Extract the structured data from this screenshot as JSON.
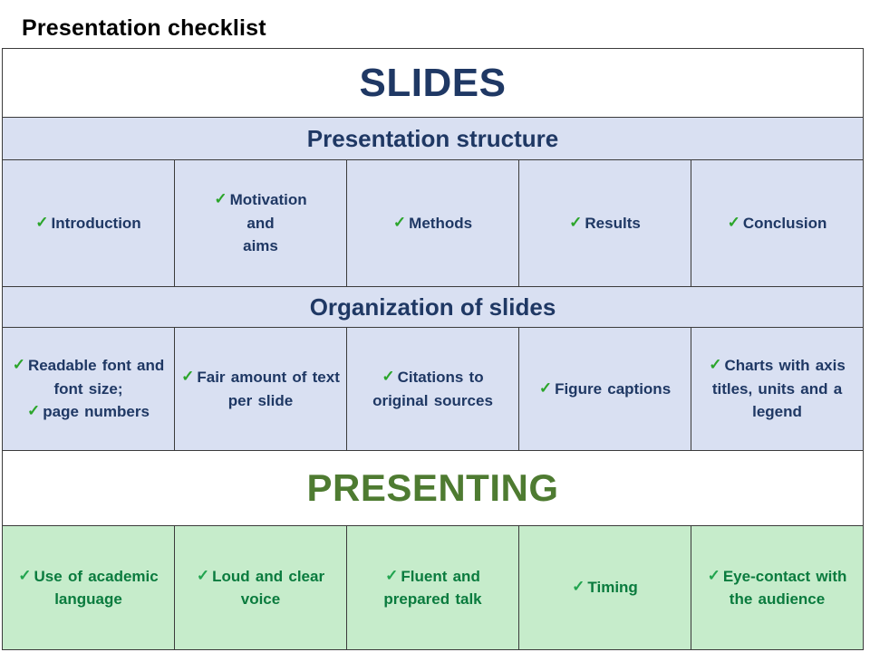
{
  "page_title": "Presentation checklist",
  "colors": {
    "navy": "#1f3864",
    "lavender": "#d9e0f2",
    "mint": "#c6eccb",
    "olive": "#4e7b31",
    "deep_green": "#0a7b3e",
    "check_green": "#2ba52b",
    "check_green_dark_row": "#21a44f",
    "border": "#3b3b3b"
  },
  "table": {
    "check_glyph": "✓",
    "slides_header": "SLIDES",
    "structure_header": "Presentation structure",
    "structure_cells": [
      {
        "text": "Introduction"
      },
      {
        "text": "Motivation\nand\naims"
      },
      {
        "text": "Methods"
      },
      {
        "text": "Results"
      },
      {
        "text": "Conclusion"
      }
    ],
    "organization_header": "Organization of slides",
    "organization_cells": [
      {
        "text": "Readable font and\nfont size;",
        "text2": "page numbers"
      },
      {
        "text": "Fair amount of text\nper slide"
      },
      {
        "text": "Citations to\noriginal sources"
      },
      {
        "text": "Figure captions"
      },
      {
        "text": "Charts with axis\ntitles, units and a\nlegend"
      }
    ],
    "presenting_header": "PRESENTING",
    "presenting_cells": [
      {
        "text": "Use of academic\nlanguage"
      },
      {
        "text": "Loud and clear\nvoice"
      },
      {
        "text": "Fluent and\nprepared talk"
      },
      {
        "text": "Timing"
      },
      {
        "text": "Eye-contact with\nthe audience"
      }
    ]
  }
}
